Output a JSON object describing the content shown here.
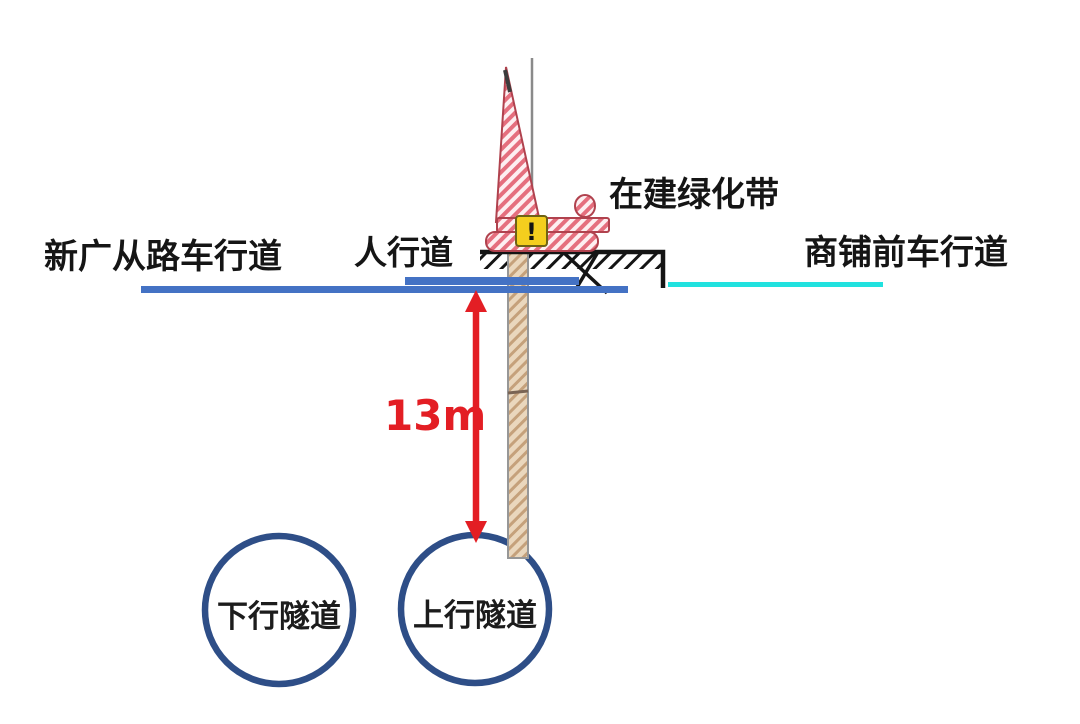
{
  "diagram": {
    "title": "tunnel-above-pile-cross-section",
    "labels": {
      "road_left": "新广从路车行道",
      "sidewalk": "人行道",
      "greenbelt": "在建绿化带",
      "road_right": "商铺前车行道",
      "dimension": "13m",
      "tunnel_down": "下行隧道",
      "tunnel_up": "上行隧道",
      "warning": "!"
    },
    "colors": {
      "road_line_blue": "#4472c4",
      "road_line_cyan": "#21e2df",
      "tunnel_ring_blue": "#2e4e87",
      "dimension_red": "#e31e24",
      "rig_hatch_pink": "#e56f7e",
      "rig_outline": "#b0424e",
      "warning_yellow": "#f4ce1e",
      "pile_tan": "#ead7bd",
      "ground_black": "#141414"
    }
  }
}
